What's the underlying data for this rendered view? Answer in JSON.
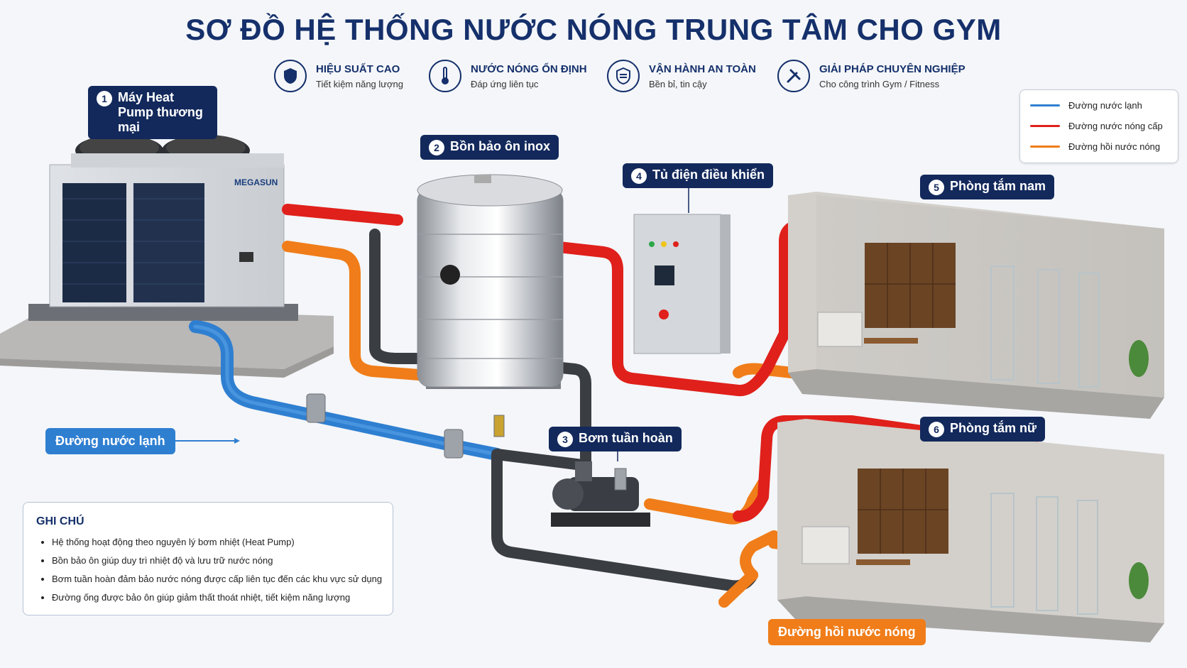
{
  "title": "SƠ ĐỒ HỆ THỐNG NƯỚC NÓNG TRUNG TÂM CHO GYM",
  "features": [
    {
      "icon": "shield-icon",
      "title": "HIỆU SUẤT CAO",
      "subtitle": "Tiết kiệm năng lượng"
    },
    {
      "icon": "thermometer-icon",
      "title": "NƯỚC NÓNG ỔN ĐỊNH",
      "subtitle": "Đáp ứng liên tục"
    },
    {
      "icon": "safety-shield-icon",
      "title": "VẬN HÀNH AN TOÀN",
      "subtitle": "Bền bỉ, tin cậy"
    },
    {
      "icon": "tools-icon",
      "title": "GIẢI PHÁP CHUYÊN NGHIỆP",
      "subtitle": "Cho công trình Gym / Fitness"
    }
  ],
  "components": {
    "heat_pump": {
      "num": "1",
      "label": "Máy Heat Pump thương mại",
      "brand": "MEGASUN"
    },
    "tank": {
      "num": "2",
      "label": "Bồn bảo ôn inox"
    },
    "pump": {
      "num": "3",
      "label": "Bơm tuần hoàn"
    },
    "panel": {
      "num": "4",
      "label": "Tủ điện điều khiển"
    },
    "male_room": {
      "num": "5",
      "label": "Phòng tắm nam"
    },
    "female_room": {
      "num": "6",
      "label": "Phòng tắm nữ"
    }
  },
  "legend": [
    {
      "color": "#2f7fd1",
      "label": "Đường nước lạnh"
    },
    {
      "color": "#e0201b",
      "label": "Đường nước nóng cấp"
    },
    {
      "color": "#f07d19",
      "label": "Đường hồi nước nóng"
    }
  ],
  "callouts": {
    "cold": "Đường nước lạnh",
    "return": "Đường hồi nước nóng"
  },
  "notes": {
    "heading": "GHI CHÚ",
    "items": [
      "Hệ thống hoạt động theo nguyên lý bơm nhiệt (Heat Pump)",
      "Bồn bảo ôn giúp duy trì nhiệt độ và lưu trữ nước nóng",
      "Bơm tuần hoàn đảm bảo nước nóng được cấp liên tục đến các khu vực sử dụng",
      "Đường ống được bảo ôn giúp giảm thất thoát nhiệt, tiết kiệm năng lượng"
    ]
  },
  "colors": {
    "cold": "#2f7fd1",
    "hot": "#e0201b",
    "return": "#f07d19",
    "navy": "#13295c",
    "pipe_dark": "#3a3d42"
  }
}
